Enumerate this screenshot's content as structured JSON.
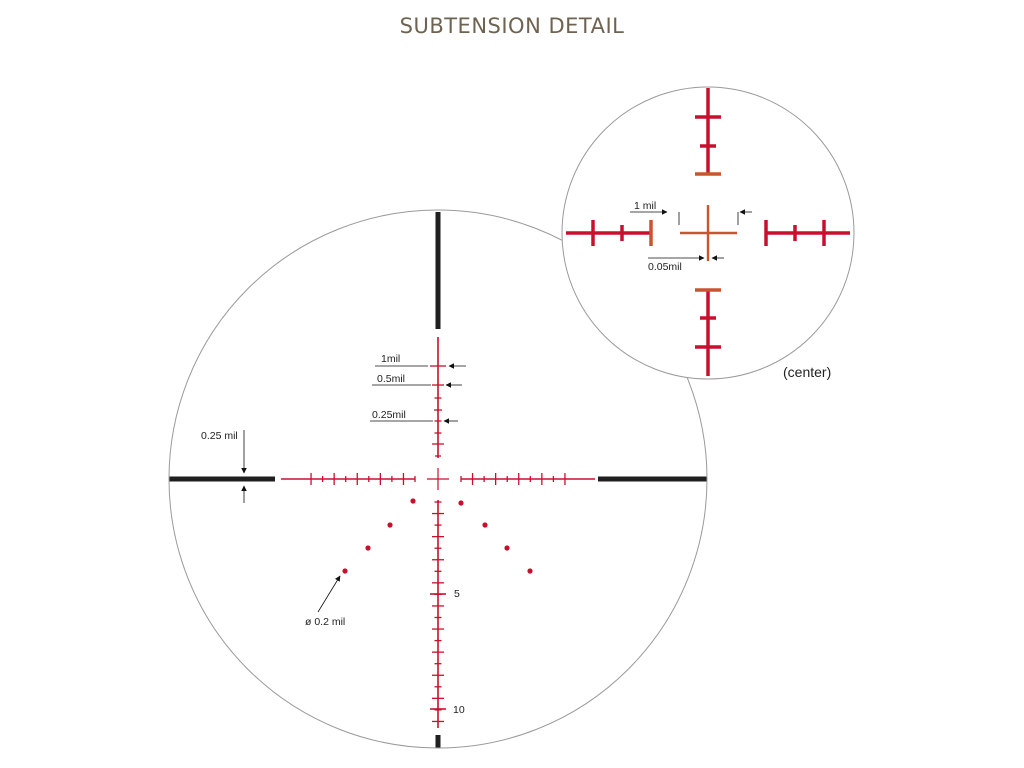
{
  "title": "SUBTENSION DETAIL",
  "colors": {
    "reticle_red": "#c8102e",
    "center_orange": "#c8552e",
    "post_dark": "#1f1f1f",
    "outline_gray": "#9a9a9a",
    "title_brown": "#6e6350"
  },
  "main_view": {
    "label_1mil": "1mil",
    "label_05mil": "0.5mil",
    "label_025mil": "0.25mil",
    "label_post_025": "0.25 mil",
    "label_dot": "ø 0.2 mil",
    "label_5": "5",
    "label_10": "10"
  },
  "inset_view": {
    "label_1mil": "1 mil",
    "label_005mil": "0.05mil",
    "label_center": "(center)"
  }
}
